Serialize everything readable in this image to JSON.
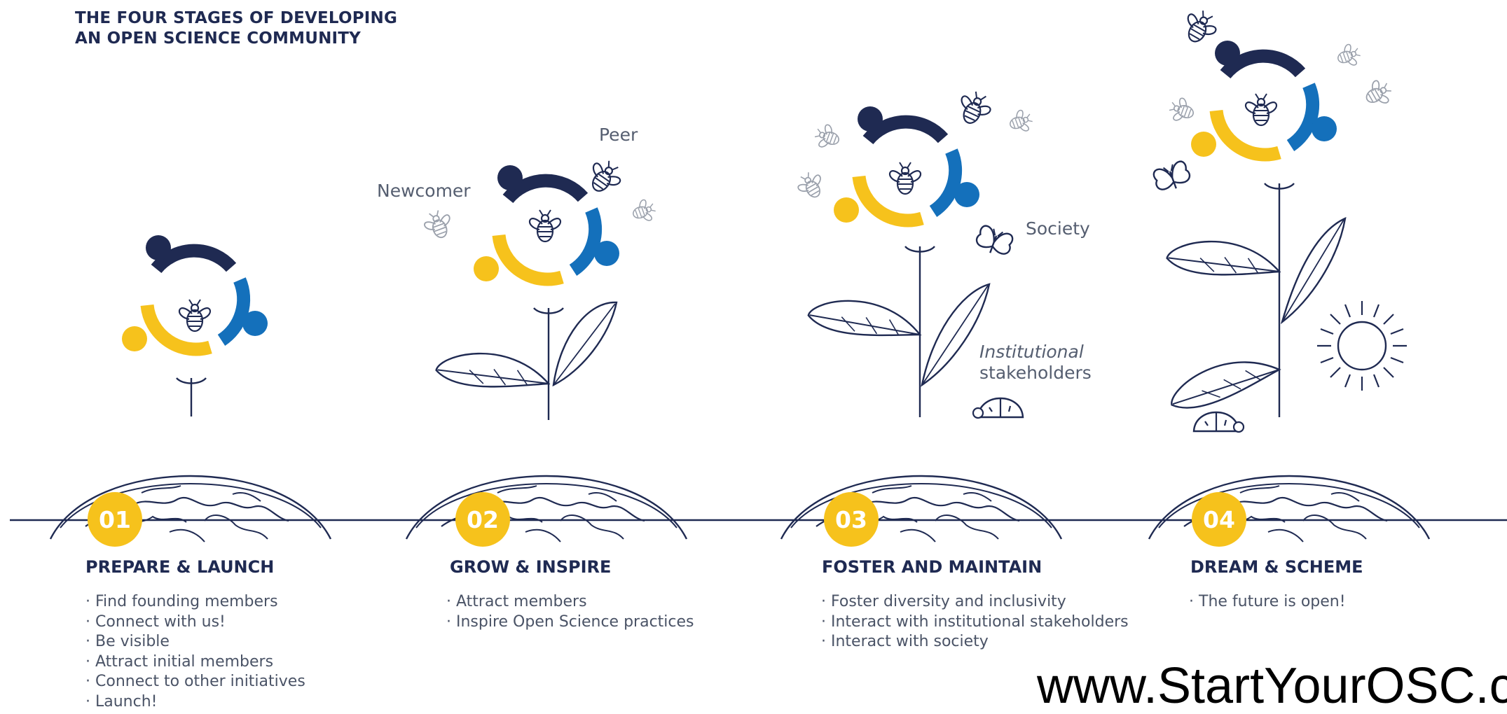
{
  "title": {
    "line1": "THE FOUR STAGES OF DEVELOPING",
    "line2": "AN OPEN SCIENCE COMMUNITY"
  },
  "labels": {
    "newcomer": "Newcomer",
    "peer": "Peer",
    "society": "Society",
    "institutional_1": "Institutional",
    "institutional_2": "stakeholders"
  },
  "stages": [
    {
      "number": "01",
      "heading": "PREPARE & LAUNCH",
      "items": [
        "Find founding members",
        "Connect with us!",
        "Be visible",
        "Attract initial members",
        "Connect to other initiatives",
        "Launch!"
      ]
    },
    {
      "number": "02",
      "heading": "GROW & INSPIRE",
      "items": [
        "Attract members",
        "Inspire Open Science practices"
      ]
    },
    {
      "number": "03",
      "heading": "FOSTER AND MAINTAIN",
      "items": [
        "Foster diversity and inclusivity",
        "Interact with institutional stakeholders",
        "Interact with society"
      ]
    },
    {
      "number": "04",
      "heading": "DREAM & SCHEME",
      "items": [
        "The future is open!"
      ]
    }
  ],
  "url": "www.StartYourOSC.c",
  "colors": {
    "navy": "#1f2a52",
    "yellow": "#f6c21c",
    "blue": "#1470bb",
    "grey": "#9aa0ab"
  },
  "icons": [
    "globe-icon",
    "flower-logo-icon",
    "bee-icon",
    "butterfly-icon",
    "ladybug-icon",
    "sun-icon",
    "leaf-icon"
  ]
}
